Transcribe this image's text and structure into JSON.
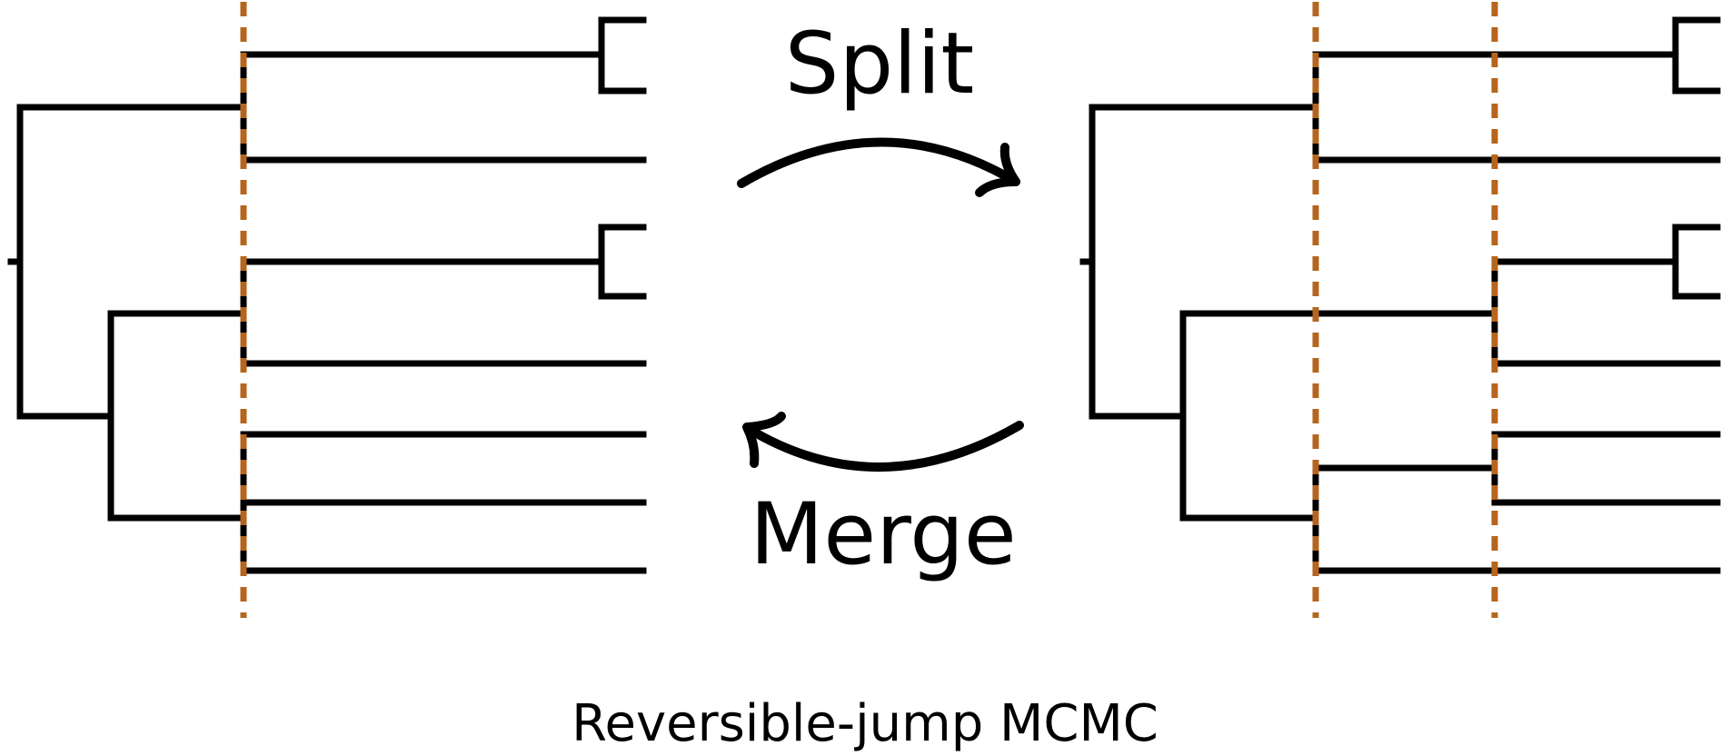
{
  "diagram": {
    "split_label": "Split",
    "merge_label": "Merge",
    "caption": "Reversible-jump MCMC"
  },
  "colors": {
    "tree": "#000000",
    "cut_line": "#b5651d",
    "background": "#ffffff"
  }
}
